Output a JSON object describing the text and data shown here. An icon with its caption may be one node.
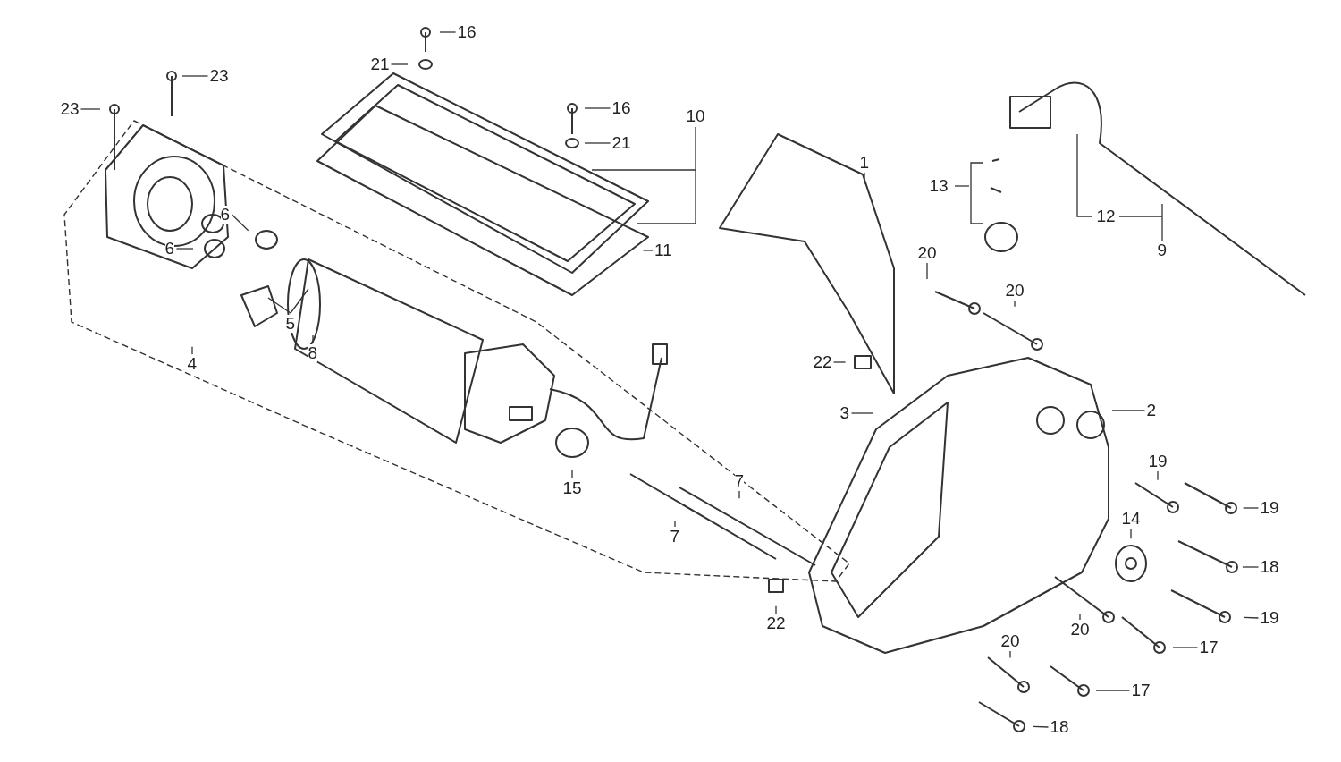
{
  "diagram": {
    "nodes": [
      {
        "text": [
          "16"
        ]
      },
      {
        "text": [
          "23"
        ]
      },
      {
        "text": [
          "21"
        ]
      },
      {
        "text": [
          "16"
        ]
      },
      {
        "text": [
          "23"
        ]
      },
      {
        "text": [
          "10"
        ]
      },
      {
        "text": [
          "21"
        ]
      },
      {
        "text": [
          "1"
        ]
      },
      {
        "text": [
          "13"
        ]
      },
      {
        "text": [
          "12"
        ]
      },
      {
        "text": [
          "6"
        ]
      },
      {
        "text": [
          "11"
        ]
      },
      {
        "text": [
          "9"
        ]
      },
      {
        "text": [
          "6"
        ]
      },
      {
        "text": [
          "20"
        ]
      },
      {
        "text": [
          "20"
        ]
      },
      {
        "text": [
          "5"
        ]
      },
      {
        "text": [
          "8"
        ]
      },
      {
        "text": [
          "4"
        ]
      },
      {
        "text": [
          "22"
        ]
      },
      {
        "text": [
          "3"
        ]
      },
      {
        "text": [
          "2"
        ]
      },
      {
        "text": [
          "15"
        ]
      },
      {
        "text": [
          "7"
        ]
      },
      {
        "text": [
          "19"
        ]
      },
      {
        "text": [
          "19"
        ]
      },
      {
        "text": [
          "14"
        ]
      },
      {
        "text": [
          "7"
        ]
      },
      {
        "text": [
          "18"
        ]
      },
      {
        "text": [
          "19"
        ]
      },
      {
        "text": [
          "22"
        ]
      },
      {
        "text": [
          "20"
        ]
      },
      {
        "text": [
          "17"
        ]
      },
      {
        "text": [
          "20"
        ]
      },
      {
        "text": [
          "17"
        ]
      },
      {
        "text": [
          "18"
        ]
      }
    ],
    "edges": [
      {
        "from": 0,
        "to": null,
        "arrow": "none"
      },
      {
        "from": 1,
        "to": null,
        "arrow": "none"
      },
      {
        "from": 2,
        "to": null,
        "arrow": "none"
      },
      {
        "from": 3,
        "to": null,
        "arrow": "none"
      },
      {
        "from": 4,
        "to": null,
        "arrow": "none"
      },
      {
        "from": 5,
        "to": null,
        "arrow": "none"
      },
      {
        "from": 6,
        "to": null,
        "arrow": "none"
      },
      {
        "from": 7,
        "to": null,
        "arrow": "none"
      },
      {
        "from": 8,
        "to": null,
        "arrow": "none"
      },
      {
        "from": 9,
        "to": null,
        "arrow": "none"
      },
      {
        "from": 10,
        "to": null,
        "arrow": "none"
      },
      {
        "from": 11,
        "to": null,
        "arrow": "none"
      },
      {
        "from": 12,
        "to": null,
        "arrow": "none"
      },
      {
        "from": 13,
        "to": null,
        "arrow": "none"
      },
      {
        "from": 14,
        "to": null,
        "arrow": "none"
      },
      {
        "from": 15,
        "to": null,
        "arrow": "none"
      },
      {
        "from": 16,
        "to": null,
        "arrow": "none"
      },
      {
        "from": 17,
        "to": null,
        "arrow": "none"
      },
      {
        "from": 18,
        "to": null,
        "arrow": "none"
      },
      {
        "from": 19,
        "to": null,
        "arrow": "none"
      },
      {
        "from": 20,
        "to": null,
        "arrow": "none"
      },
      {
        "from": 21,
        "to": null,
        "arrow": "none"
      },
      {
        "from": 22,
        "to": null,
        "arrow": "none"
      },
      {
        "from": 23,
        "to": null,
        "arrow": "none"
      },
      {
        "from": 24,
        "to": null,
        "arrow": "none"
      },
      {
        "from": 25,
        "to": null,
        "arrow": "none"
      },
      {
        "from": 26,
        "to": null,
        "arrow": "none"
      },
      {
        "from": 27,
        "to": null,
        "arrow": "none"
      },
      {
        "from": 28,
        "to": null,
        "arrow": "none"
      },
      {
        "from": 29,
        "to": null,
        "arrow": "none"
      },
      {
        "from": 30,
        "to": null,
        "arrow": "none"
      },
      {
        "from": 31,
        "to": null,
        "arrow": "none"
      },
      {
        "from": 32,
        "to": null,
        "arrow": "none"
      },
      {
        "from": 33,
        "to": null,
        "arrow": "none"
      },
      {
        "from": 34,
        "to": null,
        "arrow": "none"
      },
      {
        "from": 35,
        "to": null,
        "arrow": "none"
      }
    ]
  }
}
